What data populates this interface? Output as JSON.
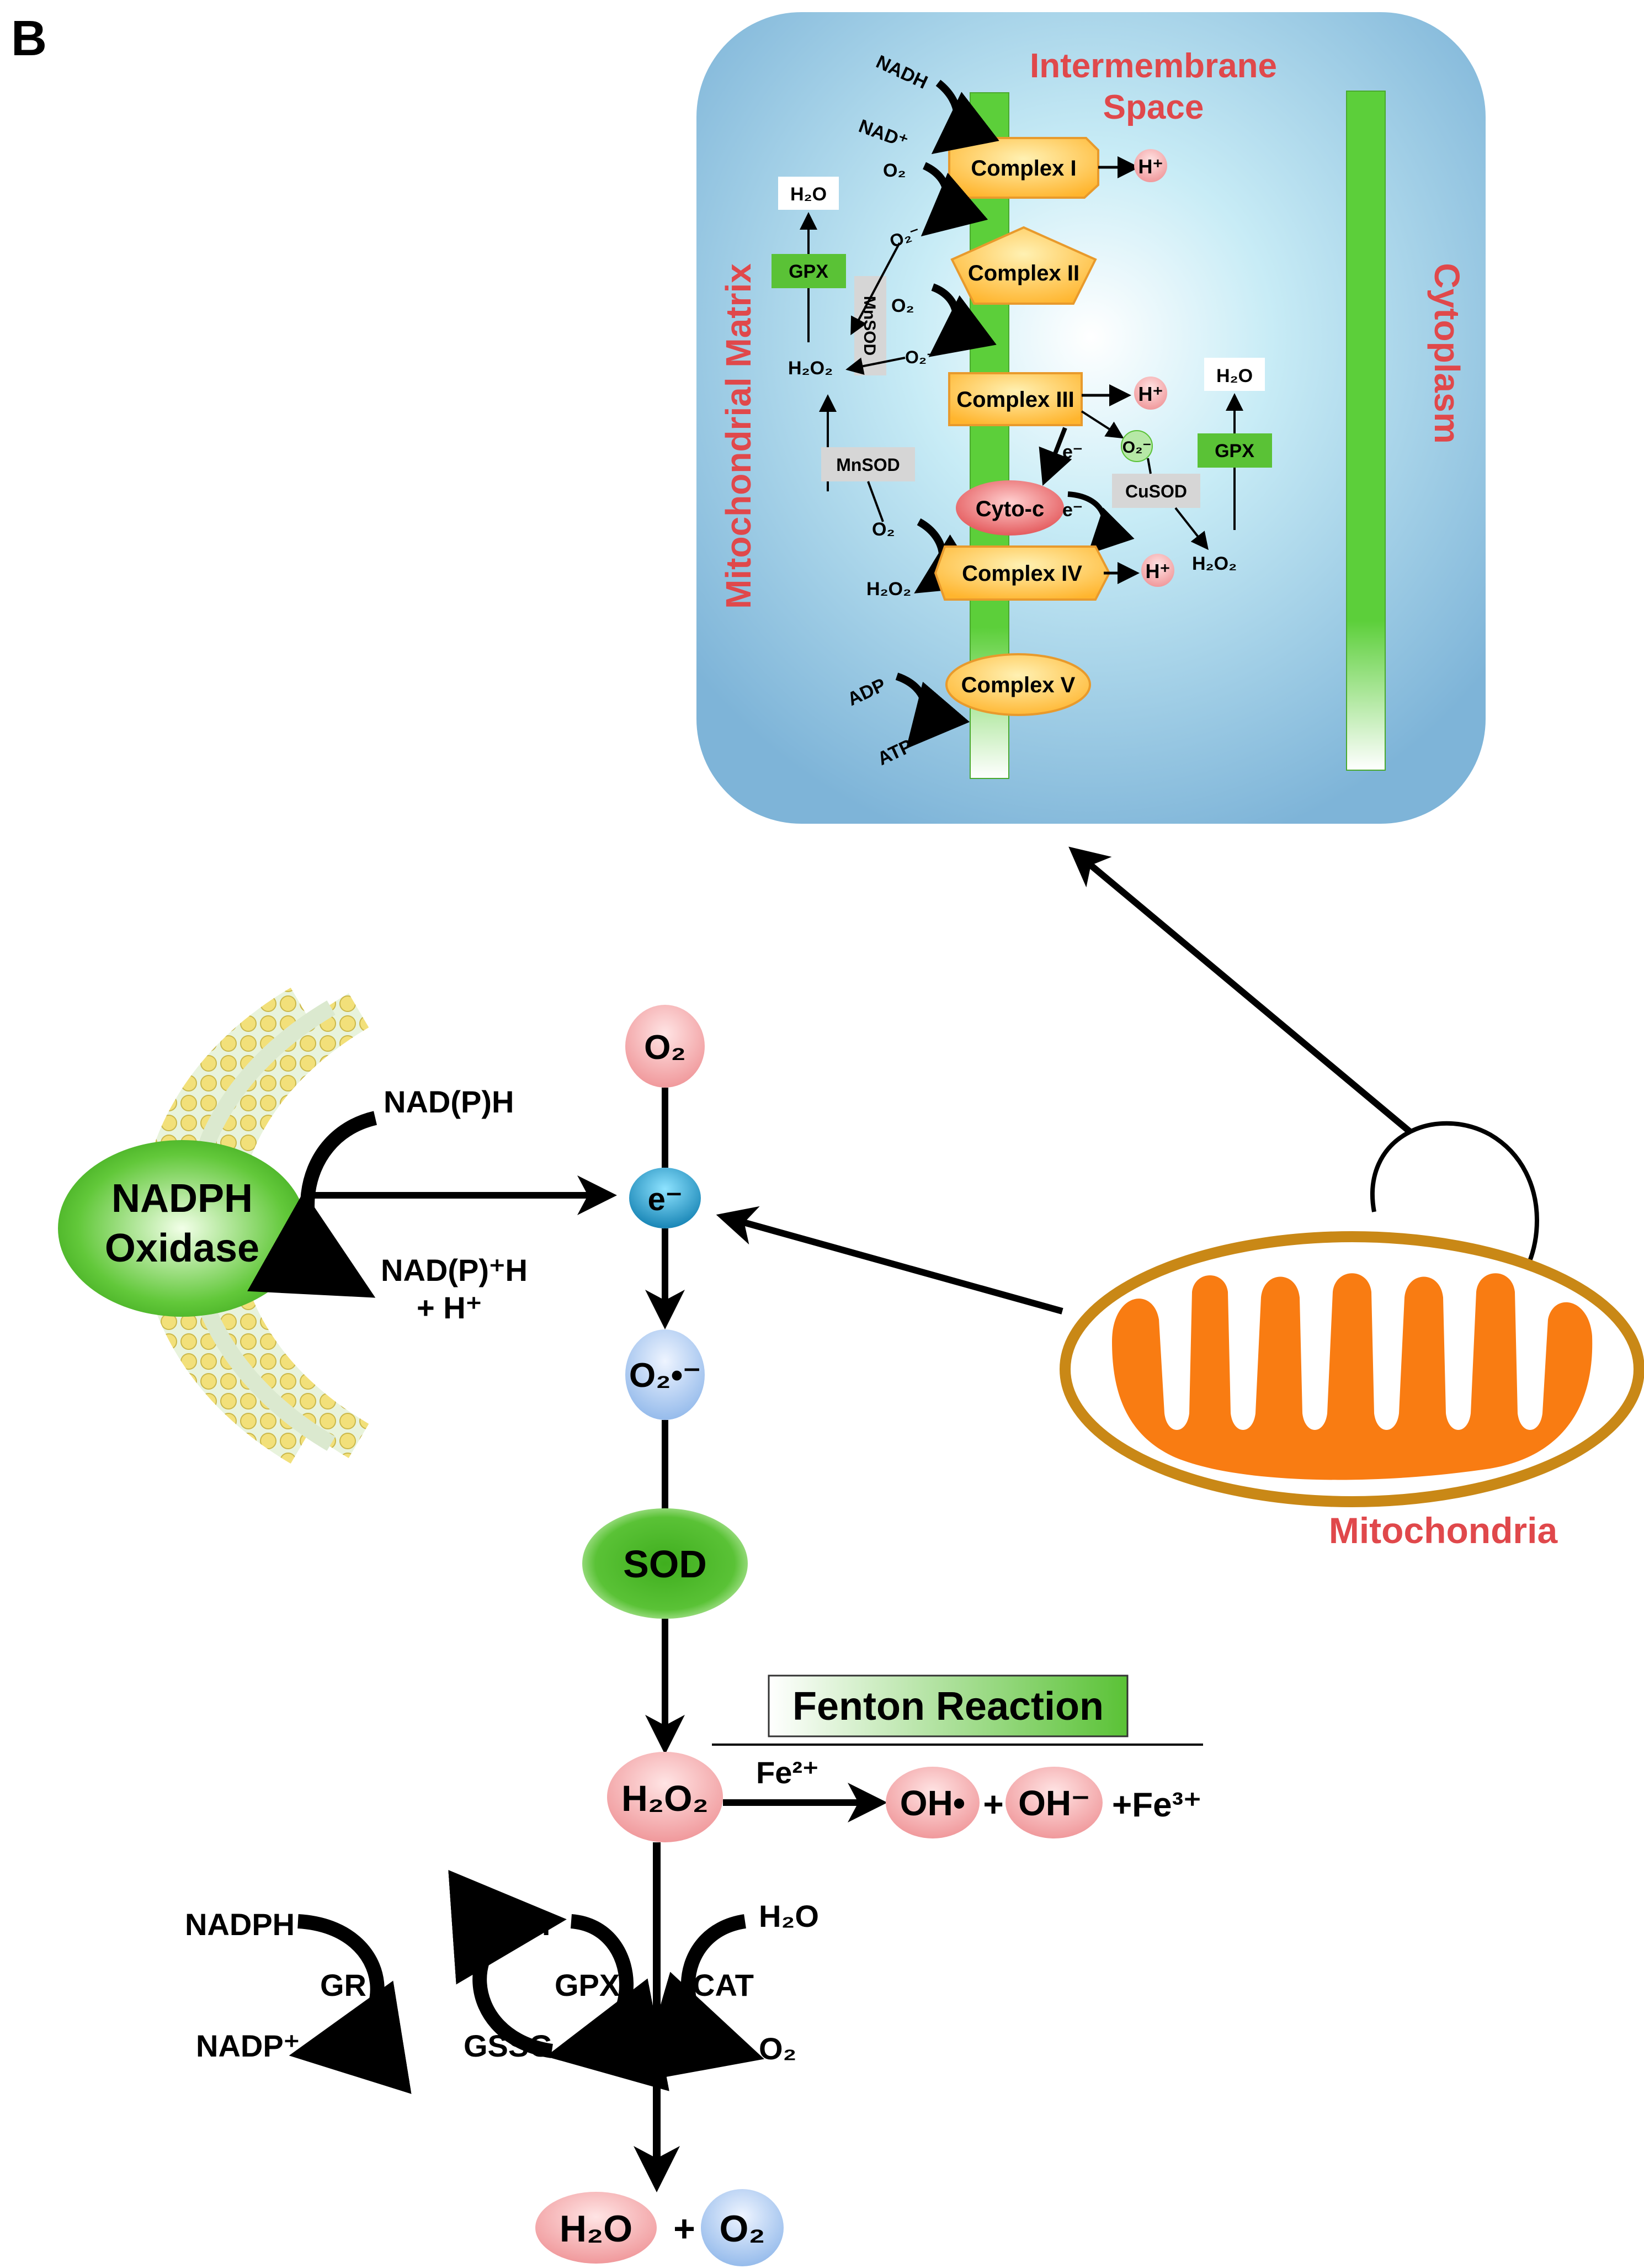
{
  "panel_label": "B",
  "colors": {
    "red_text": "#e0484b",
    "membrane_green": "#5ccf3a",
    "cell_blue": "#7fb8d9",
    "complex_orange": "#ffbd3a",
    "mito_orange": "#f97c12",
    "pink_node": "#f0a4a8",
    "blue_node": "#a7c6ec",
    "electron_teal": "#1a9bc7",
    "enzyme_green": "#5ac236",
    "gray_box": "#d6d6d6"
  },
  "inset": {
    "intermembrane_line1": "Intermembrane",
    "intermembrane_line2": "Space",
    "matrix_label": "Mitochondrial Matrix",
    "cytoplasm_label": "Cytoplasm",
    "complexes": [
      "Complex I",
      "Complex II",
      "Complex III",
      "Complex IV",
      "Complex V"
    ],
    "cyto_c": "Cyto-c",
    "nadh": "NADH",
    "nad_plus": "NAD⁺",
    "o2": "O₂",
    "o2_radical": "O₂⁻",
    "h2o2": "H₂O₂",
    "h2o": "H₂O",
    "h_plus": "H⁺",
    "gpx": "GPX",
    "mnsod": "MnSOD",
    "cusod": "CuSOD",
    "e_minus": "e⁻",
    "adp": "ADP",
    "atp": "ATP"
  },
  "main": {
    "nadph_oxidase_line1": "NADPH",
    "nadph_oxidase_line2": "Oxidase",
    "nadph_h": "NAD(P)H",
    "nadp_h_line1": "NAD(P)⁺H",
    "nadp_h_line2": "+ H⁺",
    "o2": "O₂",
    "electron": "e⁻",
    "superoxide": "O₂•⁻",
    "sod": "SOD",
    "h2o2": "H₂O₂",
    "fenton_title": "Fenton Reaction",
    "fe2": "Fe²⁺",
    "oh_radical": "OH•",
    "plus": "+",
    "oh_minus": "OH⁻",
    "fe3": "+Fe³⁺",
    "mitochondria_label": "Mitochondria",
    "nadph": "NADPH",
    "nadp_plus": "NADP⁺",
    "gr": "GR",
    "gsh": "2GSH",
    "gssg": "GSSG",
    "gpx": "GPX",
    "cat": "CAT",
    "h2o": "H₂O",
    "h2o_final": "H₂O",
    "o2_final": "O₂"
  }
}
